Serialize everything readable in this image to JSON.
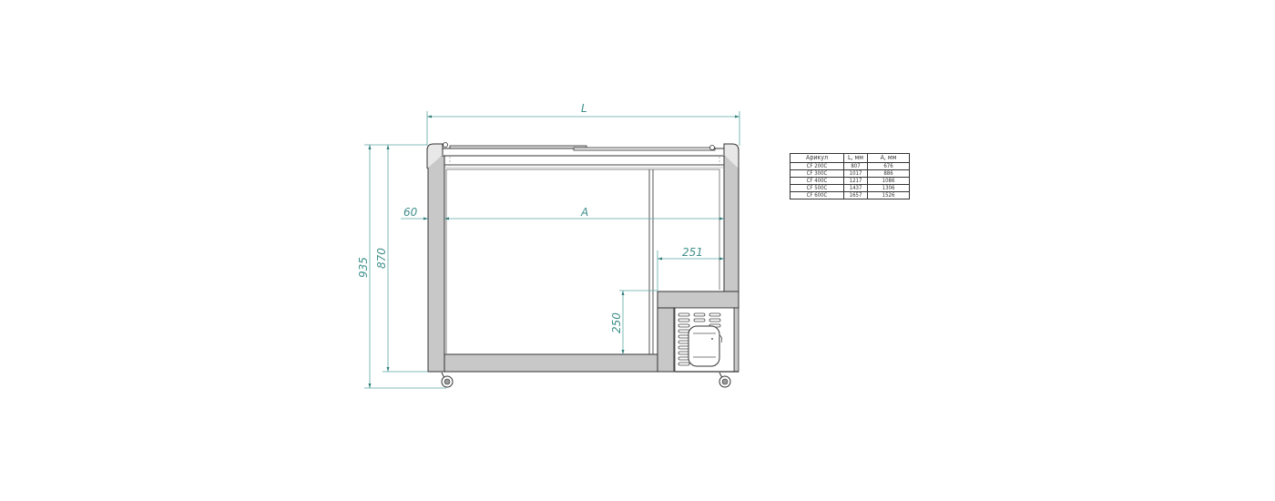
{
  "drawing": {
    "title": "Chest freezer dimensional drawing",
    "dimension_color": "#3f8f8c",
    "wall_fill": "#c8c8c8",
    "dimensions": {
      "overall_length": "L",
      "inner_length": "A",
      "side_wall": "60",
      "compressor_step_width": "251",
      "compressor_step_height": "250",
      "body_height": "870",
      "total_height": "935"
    }
  },
  "spec_table": {
    "headers": [
      "Арикул",
      "L, мм",
      "A, мм"
    ],
    "rows": [
      {
        "model": "CF 200C",
        "L": "807",
        "A": "676"
      },
      {
        "model": "CF 300C",
        "L": "1017",
        "A": "886"
      },
      {
        "model": "CF 400C",
        "L": "1217",
        "A": "1086"
      },
      {
        "model": "CF 500C",
        "L": "1437",
        "A": "1306"
      },
      {
        "model": "CF 600C",
        "L": "1657",
        "A": "1526"
      }
    ]
  }
}
